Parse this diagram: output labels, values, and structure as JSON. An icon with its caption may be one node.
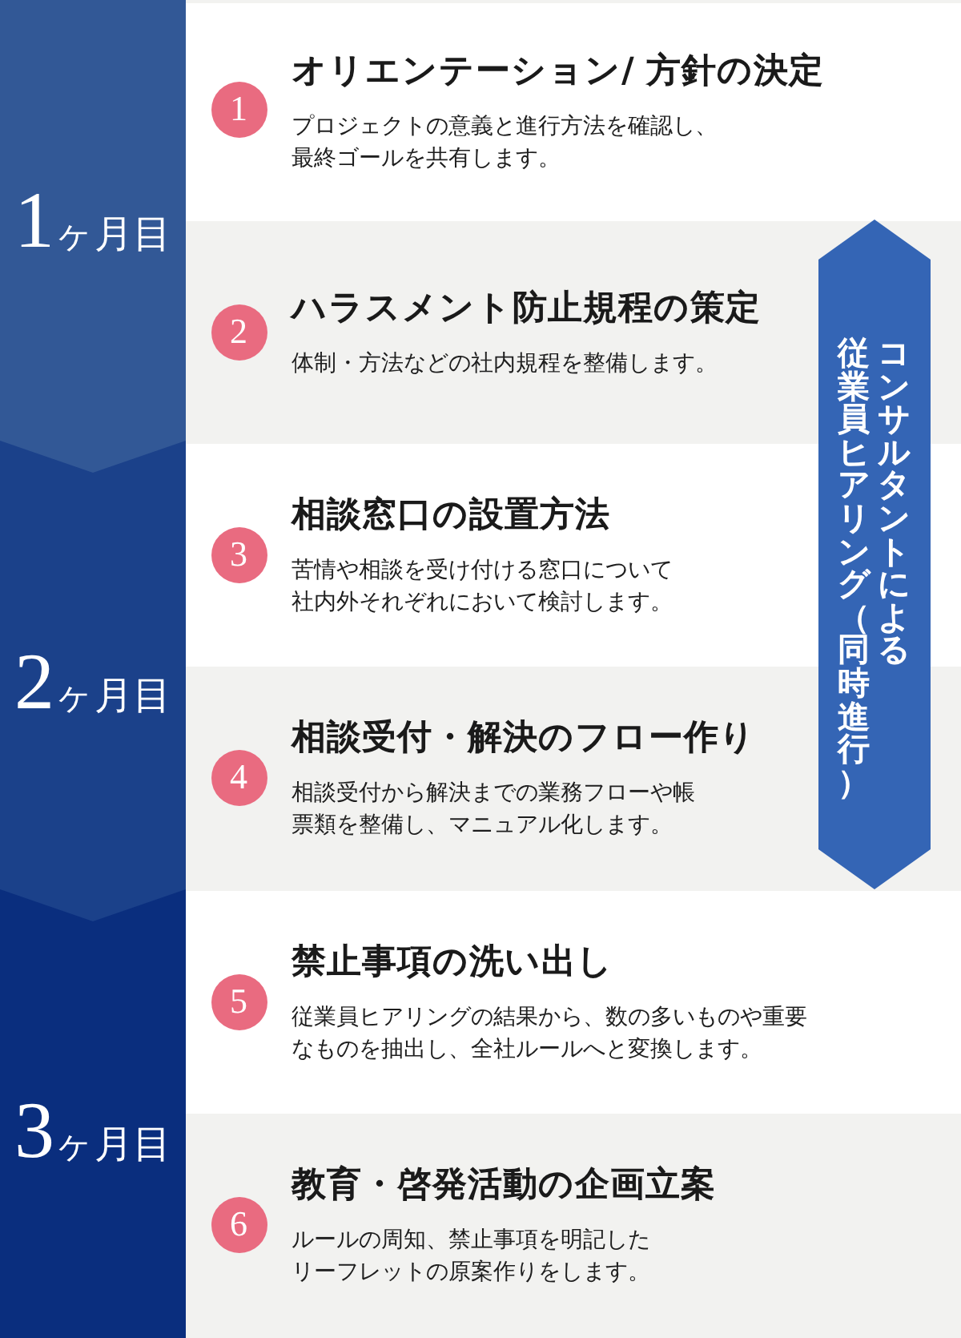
{
  "diagram": {
    "nodes": [
      {
        "text": [
          "1ヶ月目"
        ]
      },
      {
        "text": [
          "2ヶ月目"
        ]
      },
      {
        "text": [
          "3ヶ月目"
        ]
      },
      {
        "text": [
          "オリエンテーション/ 方針の決定",
          "プロジェクトの意義と進行方法を確認し、最終ゴールを共有します。"
        ]
      },
      {
        "text": [
          "1"
        ],
        "in": 3
      },
      {
        "text": [
          "ハラスメント防止規程の策定",
          "体制・方法などの社内規程を整備します。"
        ]
      },
      {
        "text": [
          "2"
        ],
        "in": 5
      },
      {
        "text": [
          "相談窓口の設置方法",
          "苦情や相談を受け付ける窓口について社内外それぞれにおいて検討します。"
        ]
      },
      {
        "text": [
          "3"
        ],
        "in": 7
      },
      {
        "text": [
          "相談受付・解決のフロー作り",
          "相談受付から解決までの業務フローや帳票類を整備し、マニュアル化します。"
        ]
      },
      {
        "text": [
          "4"
        ],
        "in": 9
      },
      {
        "text": [
          "禁止事項の洗い出し",
          "従業員ヒアリングの結果から、数の多いものや重要なものを抽出し、全社ルールへと変換します。"
        ]
      },
      {
        "text": [
          "5"
        ],
        "in": 11
      },
      {
        "text": [
          "教育・啓発活動の企画立案",
          "ルールの周知、禁止事項を明記したリーフレットの原案作りをします。"
        ]
      },
      {
        "text": [
          "6"
        ],
        "in": 13
      },
      {
        "text": [
          "コンサルタントによる従業員ヒアリング（同時進行）"
        ]
      }
    ]
  }
}
